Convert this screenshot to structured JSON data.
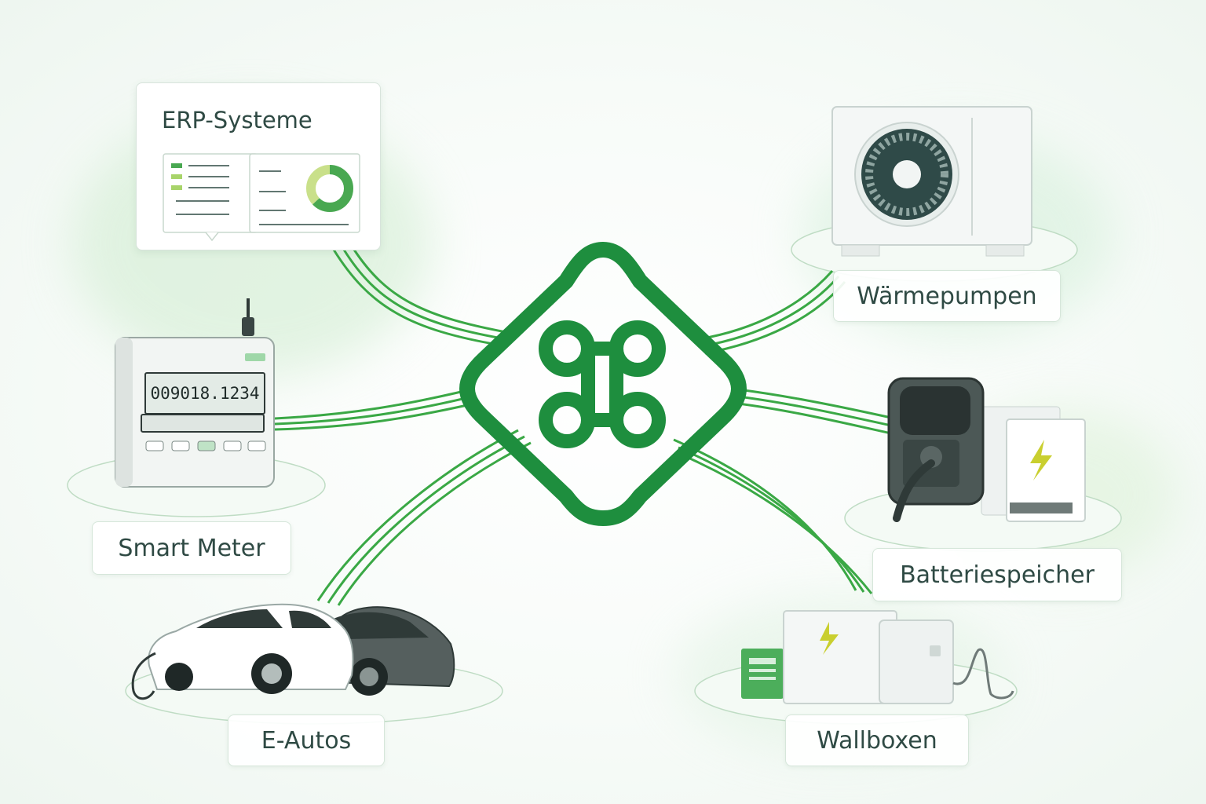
{
  "hub": {
    "icon": "hub-knot-icon",
    "color": "#1e8e3e"
  },
  "erp": {
    "title": "ERP-Systeme"
  },
  "smart_meter": {
    "label": "Smart Meter",
    "display_reading": "009018.1234"
  },
  "e_autos": {
    "label": "E-Autos"
  },
  "waermepumpen": {
    "label": "Wärmepumpen"
  },
  "batteriespeicher": {
    "label": "Batteriespeicher"
  },
  "wallboxen": {
    "label": "Wallboxen"
  },
  "colors": {
    "accent_green": "#1e8e3e",
    "line_green": "#3aa845",
    "text_dark": "#2f4a44",
    "lightning_yellow": "#c9cf2f"
  }
}
